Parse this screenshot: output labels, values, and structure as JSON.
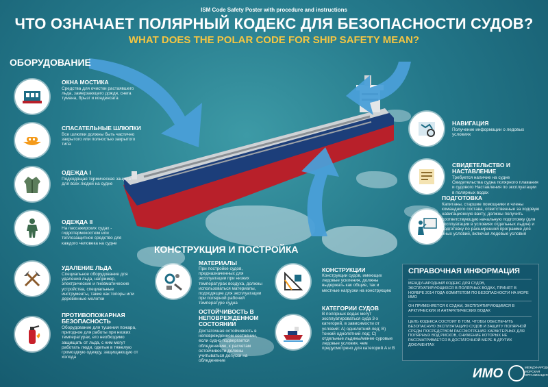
{
  "poster": {
    "top_caption": "ISM Code Safety Poster with procedure and instructions",
    "title_ru": "ЧТО ОЗНАЧАЕТ ПОЛЯРНЫЙ КОДЕКС ДЛЯ БЕЗОПАСНОСТИ СУДОВ?",
    "title_en": "WHAT DOES THE POLAR CODE FOR SHIP SAFETY MEAN?"
  },
  "colors": {
    "background": "#24788a",
    "accent": "#f4c542",
    "hull_red": "#b8202a",
    "hull_blue": "#1c3e7a",
    "arrow_blue": "#4a9fd8"
  },
  "equipment": {
    "heading": "ОБОРУДОВАНИЕ",
    "items": [
      {
        "icon": "bridge-windows-icon",
        "title": "ОКНА МОСТИКА",
        "text": "Средства для очистки растаявшего льда, замерзающего дождя, снега тумана, брызг и конденсата"
      },
      {
        "icon": "lifeboat-icon",
        "title": "СПАСАТЕЛЬНЫЕ ШЛЮПКИ",
        "text": "Все шлюпки должны быть частично закрытого или полностью закрытого типа"
      },
      {
        "icon": "jacket-icon",
        "title": "ОДЕЖДА I",
        "text": "Подходящая термическая защита для всех людей на судне"
      },
      {
        "icon": "survival-suit-icon",
        "title": "ОДЕЖДА II",
        "text": "На пассажирских судах - гидротермокостюм или теплозащитное средство для каждого человека на судне"
      },
      {
        "icon": "ice-tools-icon",
        "title": "УДАЛЕНИЕ ЛЬДА",
        "text": "Специальное оборудование для удаления льда, например, электрические и пневматические устройства, специальные инструменты, такие как топоры или деревянные молотки"
      },
      {
        "icon": "fire-extinguisher-icon",
        "title": "ПРОТИВОПОЖАРНАЯ БЕЗОПАСНОСТЬ",
        "text": "Оборудование для тушения пожара, пригодное для работы при низких температурах, его необходимо защищать от льда, с ним могут работать люди, одетые в тяжелую громоздкую одежду, защищающую от холода"
      }
    ]
  },
  "right": {
    "items": [
      {
        "icon": "navigation-icon",
        "title": "НАВИГАЦИЯ",
        "text": "Получение информации о ледовых условиях"
      },
      {
        "icon": "certificate-icon",
        "title": "СВИДЕТЕЛЬСТВО И НАСТАВЛЕНИЕ",
        "text": "Требуется наличие на судне Свидетельства судна полярного плавания и судового Наставления по эксплуатации в полярных водах"
      },
      {
        "icon": "training-icon",
        "title": "ПОДГОТОВКА",
        "text": "Капитаны, старшие помощники и члены командного состава, ответственные за ходовую навигационную вахту, должны получить соответствующую начальную подготовку (для эксплуатации в условиях отдельных льдин) и подготовку по расширенной программе для иных условий, включая ледовые условия"
      }
    ]
  },
  "construction": {
    "heading": "КОНСТРУКЦИЯ И ПОСТРОЙКА",
    "items": [
      {
        "icon": "materials-icon",
        "title": "МАТЕРИАЛЫ",
        "text": "При постройке судов, предназначенных для эксплуатации при низких температурах воздуха, должны использоваться материалы, подходящие для эксплуатации при полярной рабочей температуре судна"
      },
      {
        "icon": "structure-icon",
        "title": "КОНСТРУКЦИИ",
        "text": "Конструкции судов, имеющих ледовые усиления, должны выдержать как общие, так и местные нагрузки на конструкцию"
      },
      {
        "icon": "",
        "title": "ОСТОЙЧИВОСТЬ В НЕПОВРЕЖДЕННОМ СОСТОЯНИИ",
        "text": "Достаточная остойчивость в неповрежденном состоянии, если судно подвергается обледенению, к расчетам остойчивости должны учитываться допуски на обледенение"
      },
      {
        "icon": "ship-categories-icon",
        "title": "КАТЕГОРИИ СУДОВ",
        "text": "В полярных водах могут эксплуатироваться суда 3-х категорий, в зависимости от условий: А) однолетний лед; В) тонкий однолетний лед; С) отдельные льдины/менее суровые ледовые условия, чем предусмотрено для категорий А и В"
      }
    ]
  },
  "reference": {
    "title": "СПРАВОЧНАЯ ИНФОРМАЦИЯ",
    "p1": "МЕЖДУНАРОДНЫЙ КОДЕКС ДЛЯ СУДОВ, ЭКСПЛУАТИРУЮЩИХСЯ В ПОЛЯРНЫХ ВОДАХ, ПРИНЯТ В НОЯБРЕ 2014 ГОДА КОМИТЕТОМ ПО БЕЗОПАСНОСТИ НА МОРЕ ИМО",
    "p2": "ОН ПРИМЕНЯЕТСЯ К СУДАМ, ЭКСПЛУАТИРУЮЩИМСЯ В АРКТИЧЕСКИХ И АНТАРКТИЧЕСКИХ ВОДАХ",
    "p3": "ЦЕЛЬ КОДЕКСА СОСТОИТ В ТОМ, ЧТОБЫ ОБЕСПЕЧИТЬ БЕЗОПАСНУЮ ЭКСПЛУАТАЦИЮ СУДОВ И ЗАЩИТУ ПОЛЯРНОЙ СРЕДЫ ПОСРЕДСТВОМ РАССМОТРЕНИЯ ХАРАКТЕРНЫХ ДЛЯ ПОЛЯРНЫХ ВОД РИСКОВ, СНИЖЕНИЕ КОТОРЫХ НЕ РАССМАТРИВАЕТСЯ В ДОСТАТОЧНОЙ МЕРЕ В ДРУГИХ ДОКУМЕНТАХ"
  },
  "logo": {
    "text": "ИМО",
    "sub": "МЕЖДУНАРОДНАЯ МОРСКАЯ ОРГАНИЗАЦИЯ"
  }
}
